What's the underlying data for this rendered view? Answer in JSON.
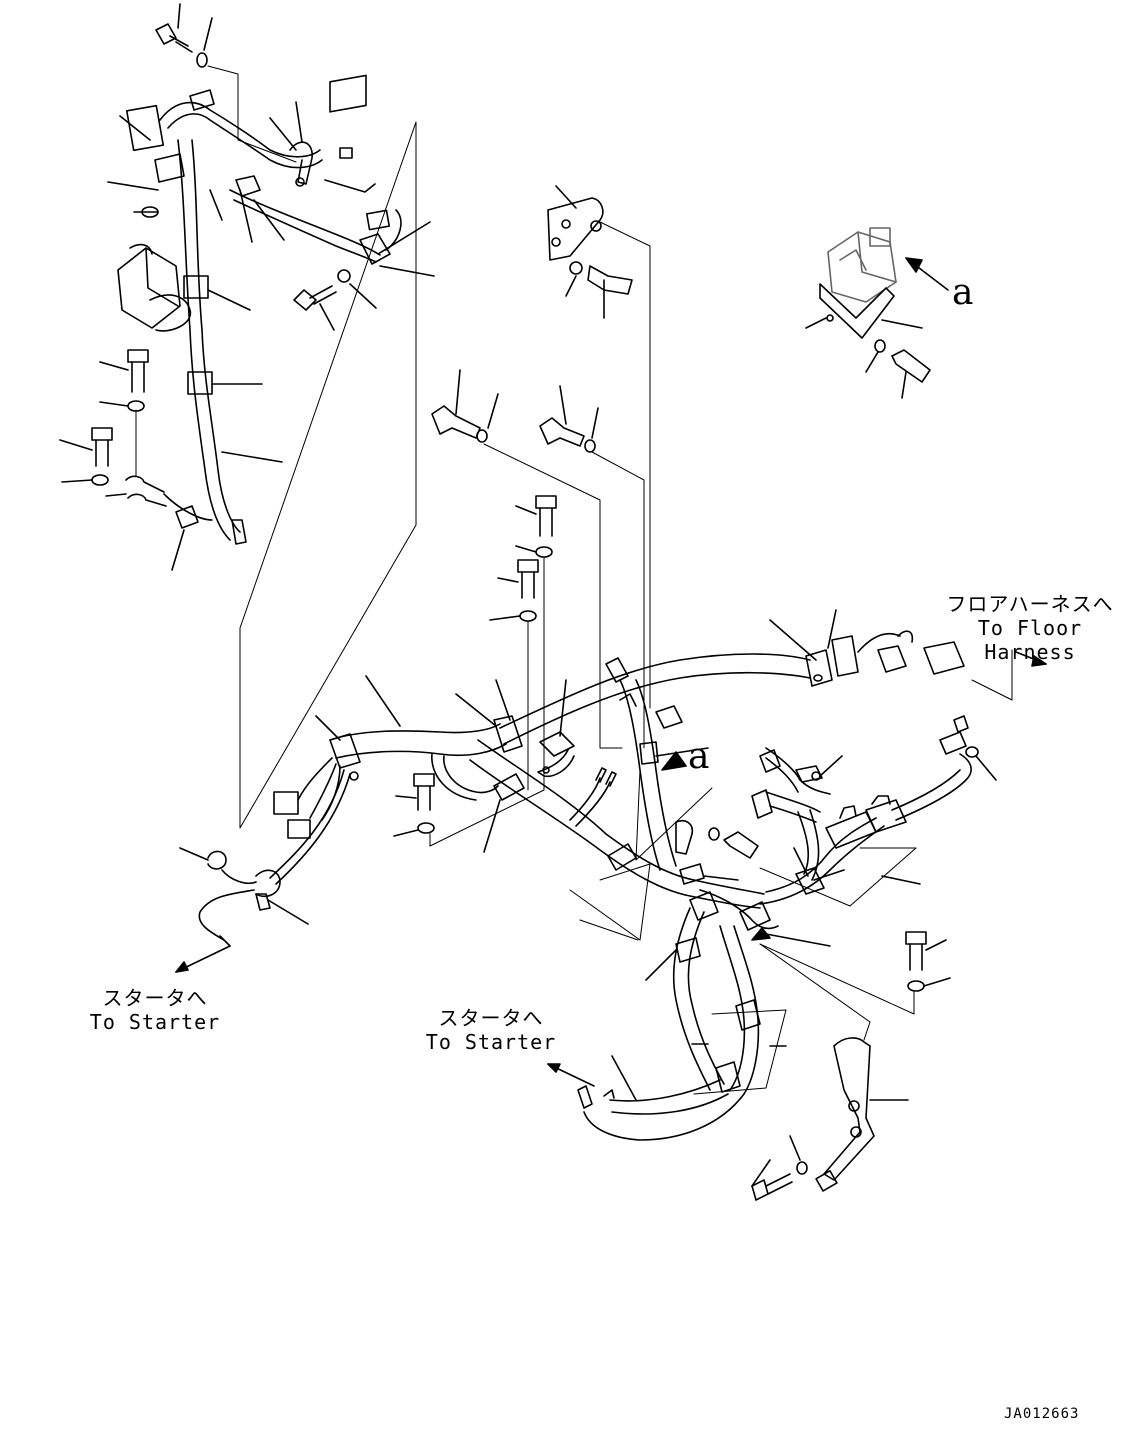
{
  "labels": {
    "floor_harness_jp": "フロアハーネスへ",
    "floor_harness_en": "To Floor Harness",
    "starter_left_jp": "スタータへ",
    "starter_left_en": "To Starter",
    "starter_center_jp": "スタータへ",
    "starter_center_en": "To Starter",
    "view_a_upper": "a",
    "view_a_lower": "a",
    "drawing_number": "JA012663"
  }
}
